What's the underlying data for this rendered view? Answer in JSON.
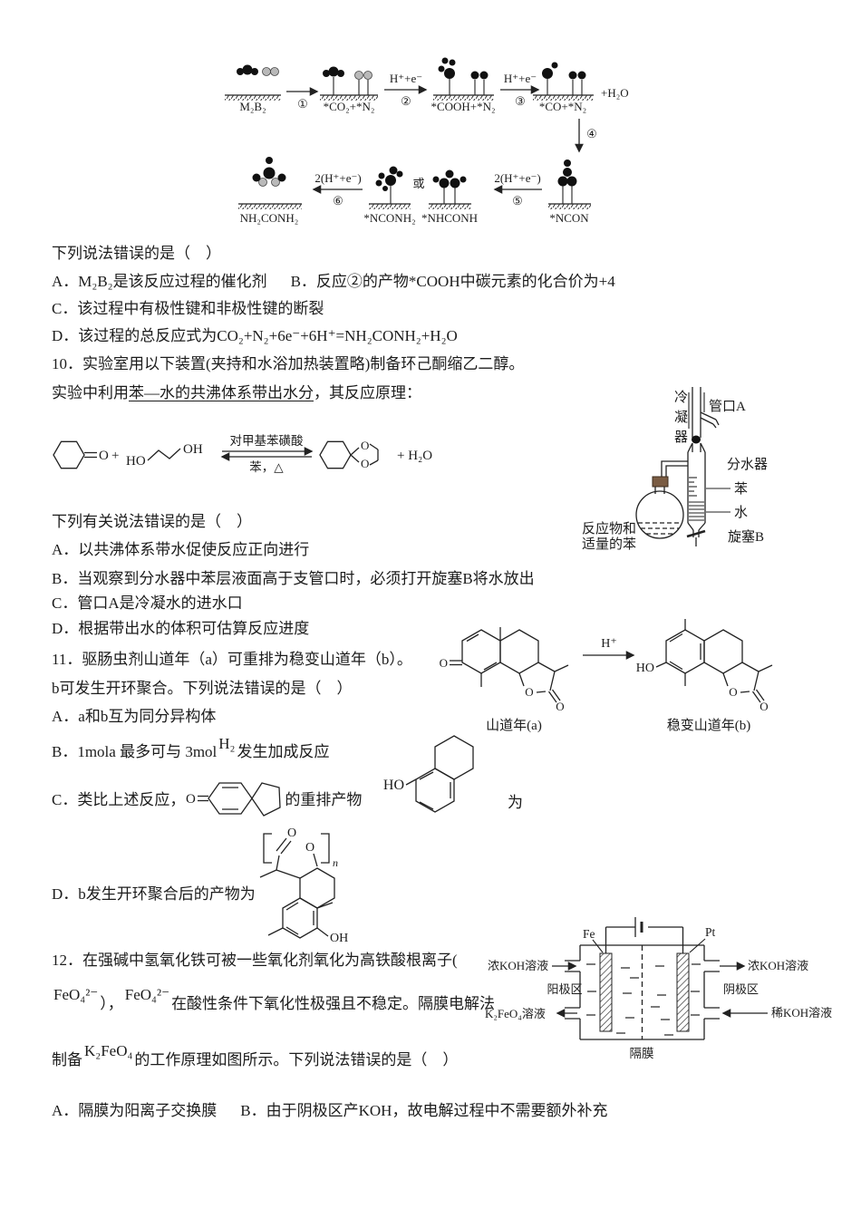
{
  "q9": {
    "mech": {
      "m2b2": "M₂B₂",
      "co2n2": "*CO₂+*N₂",
      "coohn2": "*COOH+*N₂",
      "con2": "*CO+*N₂",
      "h2o": "+H₂O",
      "ncon": "*NCON",
      "nconh2": "*NCONH₂",
      "or": "或",
      "nhconh": "*NHCONH",
      "urea": "NH₂CONH₂",
      "he": "H⁺+e⁻",
      "he2a": "2(H⁺+e⁻)",
      "he2b": "2(H⁺+e⁻)",
      "s1": "①",
      "s2": "②",
      "s3": "③",
      "s4": "④",
      "s5": "⑤",
      "s6": "⑥"
    },
    "stem": "下列说法错误的是（　）",
    "optA": "A．M₂B₂是该反应过程的催化剂",
    "optB": "B．反应②的产物*COOH中碳元素的化合价为+4",
    "optC": "C．该过程中有极性键和非极性键的断裂",
    "optD": "D．该过程的总反应式为CO₂+N₂+6e⁻+6H⁺=NH₂CONH₂+H₂O"
  },
  "q10": {
    "line1": "10．实验室用以下装置(夹持和水浴加热装置略)制备环己酮缩乙二醇。",
    "line2_pre": "实验中利用",
    "line2_u": "苯—水的共沸体系带出水分",
    "line2_post": "，其反应原理：",
    "eq": {
      "o1": "O",
      "plus1": "+",
      "ho": "HO",
      "oh": "OH",
      "above": "对甲基苯磺酸",
      "below": "苯，△",
      "o2": "O",
      "o3": "O",
      "plus2": "+ H₂O"
    },
    "app": {
      "cooler": "冷凝器",
      "portA": "管口A",
      "separator": "分水器",
      "benzene": "苯",
      "water": "水",
      "valveB": "旋塞B",
      "flask1": "反应物和",
      "flask2": "适量的苯"
    },
    "stem": "下列有关说法错误的是（　）",
    "optA": "A．以共沸体系带水促使反应正向进行",
    "optB": "B．当观察到分水器中苯层液面高于支管口时，必须打开旋塞B将水放出",
    "optC": "C．管口A是冷凝水的进水口",
    "optD": "D．根据带出水的体积可估算反应进度"
  },
  "q11": {
    "line1": "11．驱肠虫剂山道年（a）可重排为稳变山道年（b）。",
    "line2": "b可发生开环聚合。下列说法错误的是（　）",
    "optA": "A．a和b互为同分异构体",
    "optB_pre": "B．1mola 最多可与 3mol",
    "optB_f": "H₂",
    "optB_post": "发生加成反应",
    "optC_pre": "C．类比上述反应，",
    "optC_post": "的重排产物",
    "wei": "为",
    "optD": "D．b发生开环聚合后的产物为",
    "santonin": {
      "o_left": "O",
      "hplus": "H⁺",
      "labelA": "山道年(a)",
      "labelB": "稳变山道年(b)",
      "o_ringA": "O",
      "o_exoA": "O",
      "ho": "HO",
      "o_ringB": "O",
      "o_exoB": "O"
    },
    "tetralinol": {
      "ho": "HO"
    },
    "spiro": {
      "o": "O"
    },
    "polymer": {
      "o_top": "O",
      "o_ether": "O",
      "n": "n",
      "oh": "OH"
    }
  },
  "q12": {
    "line1": "12．在强碱中氢氧化铁可被一些氧化剂氧化为高铁酸根离子(",
    "f1": "FeO₄²⁻",
    "mid": "），",
    "f2": "FeO₄²⁻",
    "line2_post": "在酸性条件下氧化性极强且不稳定。隔膜电解法",
    "line3_pre": "制备",
    "f3": "K₂FeO₄",
    "line3_post": "的工作原理如图所示。下列说法错误的是（　）",
    "cell": {
      "fe": "Fe",
      "pt": "Pt",
      "inL": "浓KOH溶液",
      "outL": "K₂FeO₄溶液",
      "anode": "阳极区",
      "outR": "浓KOH溶液",
      "inR": "稀KOH溶液",
      "cathode": "阴极区",
      "membrane": "隔膜"
    },
    "optA": "A．隔膜为阳离子交换膜",
    "optB": "B．由于阴极区产KOH，故电解过程中不需要额外补充"
  }
}
